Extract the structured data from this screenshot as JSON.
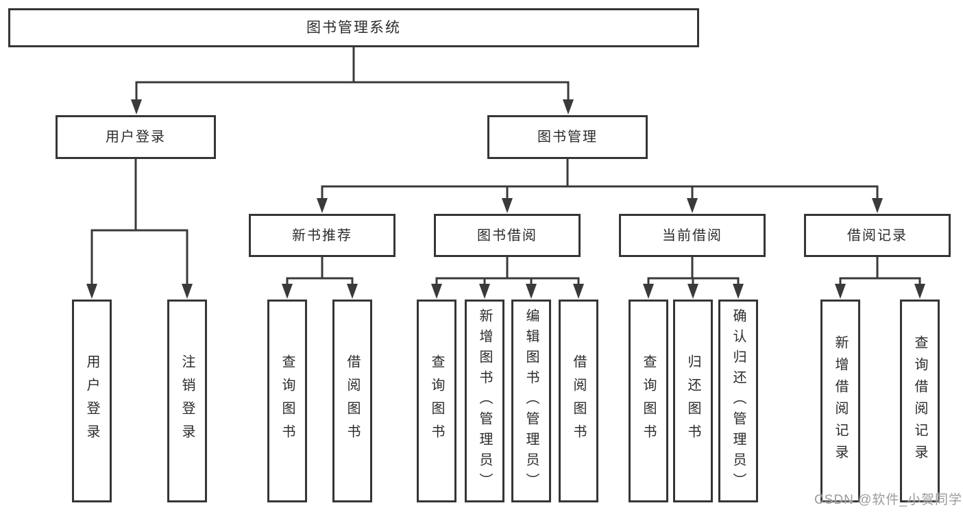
{
  "diagram": {
    "root": "图书管理系统",
    "branches": [
      {
        "label": "用户登录",
        "children": [
          "用户登录",
          "注销登录"
        ]
      },
      {
        "label": "图书管理",
        "sections": [
          {
            "label": "新书推荐",
            "children": [
              "查询图书",
              "借阅图书"
            ]
          },
          {
            "label": "图书借阅",
            "children": [
              "查询图书",
              "新增图书（管理员）",
              "编辑图书（管理员）",
              "借阅图书"
            ]
          },
          {
            "label": "当前借阅",
            "children": [
              "查询图书",
              "归还图书",
              "确认归还（管理员）"
            ]
          },
          {
            "label": "借阅记录",
            "children": [
              "新增借阅记录",
              "查询借阅记录"
            ]
          }
        ]
      }
    ]
  },
  "watermark": "CSDN @软件_小贺同学",
  "colors": {
    "line": "#3a3a3a",
    "box_border": "#353535",
    "text": "#2b2b2b",
    "background": "#ffffff",
    "watermark": "#9b9b9b"
  }
}
